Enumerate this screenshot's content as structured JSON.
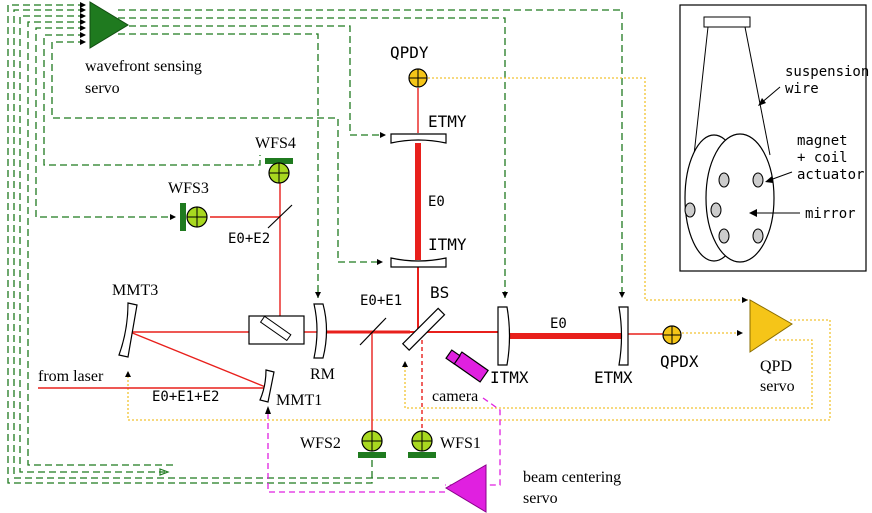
{
  "labels": {
    "wfs_servo_line1": "wavefront sensing",
    "wfs_servo_line2": "servo",
    "qpdy": "QPDY",
    "etmy": "ETMY",
    "e0_vertical": "E0",
    "itmy": "ITMY",
    "wfs4": "WFS4",
    "wfs3": "WFS3",
    "e0_e2": "E0+E2",
    "mmt3": "MMT3",
    "e0_e1": "E0+E1",
    "bs": "BS",
    "e0_horizontal": "E0",
    "rm": "RM",
    "itmx": "ITMX",
    "etmx": "ETMX",
    "qpdx": "QPDX",
    "qpd_servo_line1": "QPD",
    "qpd_servo_line2": "servo",
    "from_laser": "from laser",
    "e0_e1_e2": "E0+E1+E2",
    "mmt1": "MMT1",
    "camera": "camera",
    "wfs2": "WFS2",
    "wfs1": "WFS1",
    "beam_servo_line1": "beam centering",
    "beam_servo_line2": "servo"
  },
  "inset": {
    "suspension_line1": "suspension",
    "suspension_line2": "wire",
    "magnet_line1": "magnet",
    "magnet_line2": "+ coil",
    "magnet_line3": "actuator",
    "mirror": "mirror"
  },
  "colors": {
    "wfs_servo": "#1f7a1f",
    "qpd_servo": "#f5c518",
    "beam_centering_servo": "#e020e0",
    "laser_beam": "#e8201c",
    "detector_fill": "#a8d820",
    "quad_photodiode_fill": "#f5c518"
  }
}
